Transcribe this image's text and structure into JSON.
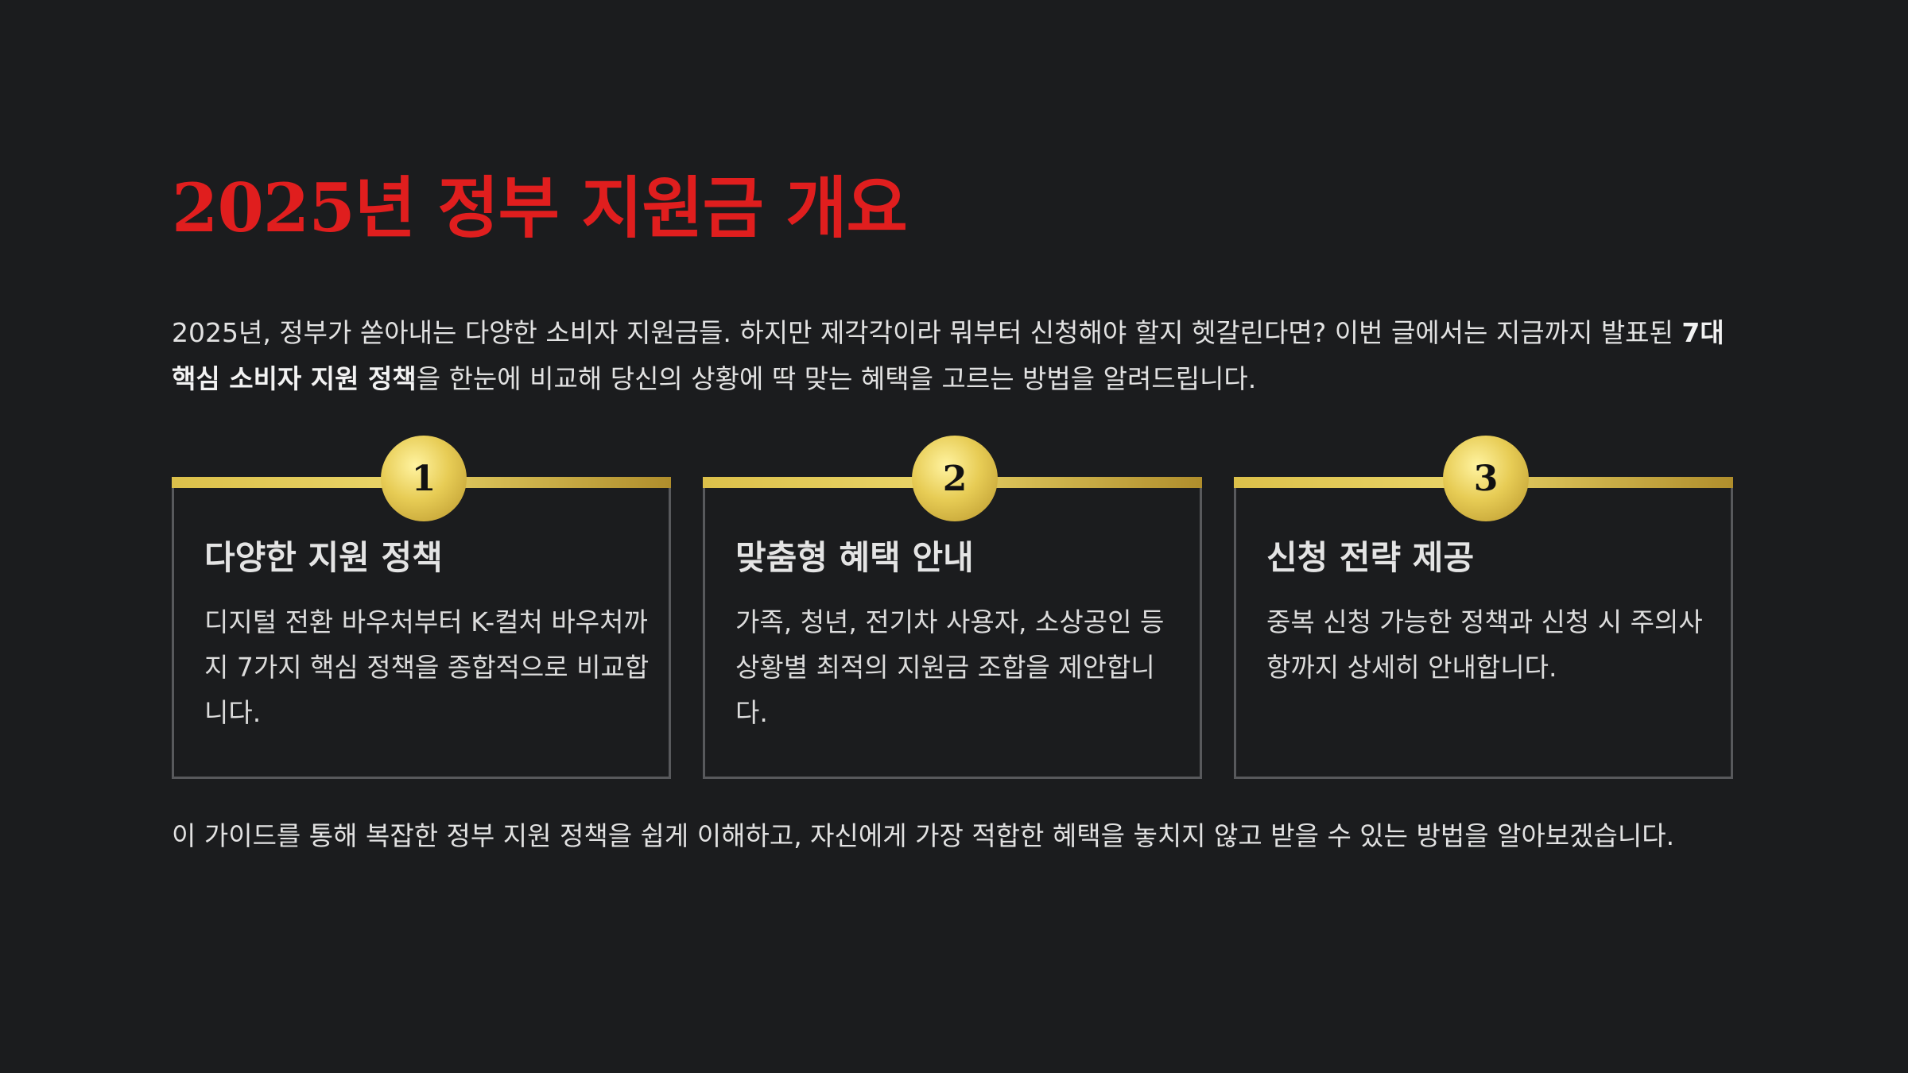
{
  "title": "2025년 정부 지원금 개요",
  "intro": {
    "before": "2025년, 정부가 쏟아내는 다양한 소비자 지원금들. 하지만 제각각이라 뭐부터 신청해야 할지 헷갈린다면? 이번 글에서는 지금까지 발표된 ",
    "highlight": "7대 핵심 소비자 지원 정책",
    "after": "을 한눈에 비교해 당신의 상황에 딱 맞는 혜택을 고르는 방법을 알려드립니다."
  },
  "cards": [
    {
      "number": "1",
      "title": "다양한 지원 정책",
      "description": "디지털 전환 바우처부터 K-컬처 바우처까지 7가지 핵심 정책을 종합적으로 비교합니다."
    },
    {
      "number": "2",
      "title": "맞춤형 혜택 안내",
      "description": "가족, 청년, 전기차 사용자, 소상공인 등 상황별 최적의 지원금 조합을 제안합니다."
    },
    {
      "number": "3",
      "title": "신청 전략 제공",
      "description": "중복 신청 가능한 정책과 신청 시 주의사항까지 상세히 안내합니다."
    }
  ],
  "outro": "이 가이드를 통해 복잡한 정부 지원 정책을 쉽게 이해하고, 자신에게 가장 적합한 혜택을 놓치지 않고 받을 수 있는 방법을 알아보겠습니다.",
  "colors": {
    "background": "#1b1c1e",
    "title": "#e01e1e",
    "gold": "#d4b545",
    "card_border": "#58595c"
  }
}
